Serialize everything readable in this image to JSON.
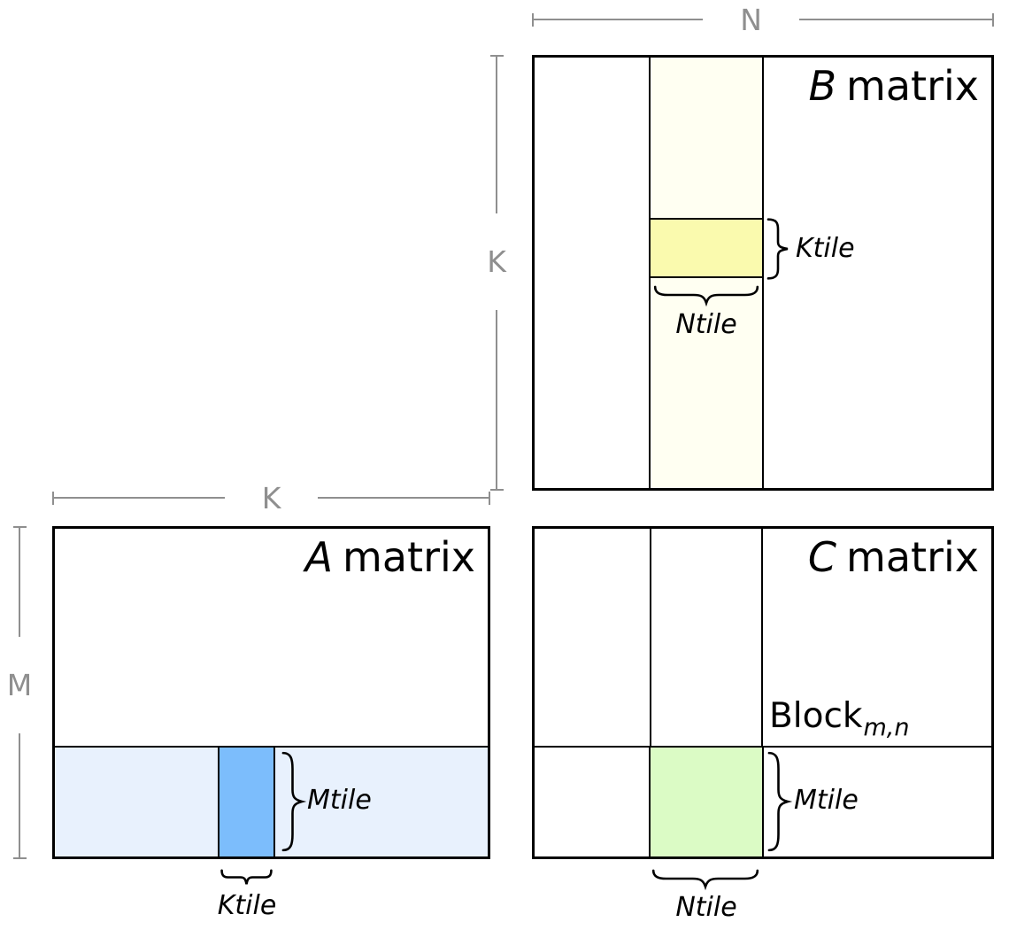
{
  "diagram": {
    "dimensions": {
      "n": "N",
      "k": "K",
      "m": "M"
    },
    "b_matrix": {
      "letter": "B",
      "word": "matrix",
      "ktile_label": "Ktile",
      "ntile_label": "Ntile"
    },
    "a_matrix": {
      "letter": "A",
      "word": "matrix",
      "mtile_label": "Mtile",
      "ktile_label": "Ktile"
    },
    "c_matrix": {
      "letter": "C",
      "word": "matrix",
      "block_label": "Block",
      "block_subscript": "m,n",
      "mtile_label": "Mtile",
      "ntile_label": "Ntile"
    },
    "colors": {
      "b_strip": "#FFFFF2",
      "b_tile": "#FAFAAE",
      "a_strip": "#E8F1FD",
      "a_tile": "#7CBDFC",
      "c_tile": "#DBFBC5",
      "dimension_gray": "#8F8F8F",
      "line_black": "#000000"
    }
  }
}
